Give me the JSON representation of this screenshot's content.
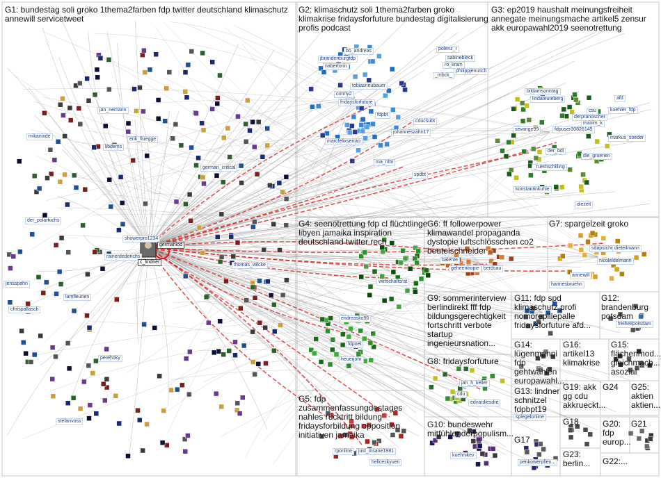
{
  "groups": [
    {
      "id": "G1",
      "title": "G1: bundestag soli groko 1thema2farben fdp twitter deutschland klimaschutz\nannewill servicetweet"
    },
    {
      "id": "G2",
      "title": "G2: klimaschutz soli 1thema2farben groko\nklimakrise fridaysforfuture bundestag digitalisierung\nprofis podcast"
    },
    {
      "id": "G3",
      "title": "G3: ep2019 haushalt meinungsfreiheit\nannegate meinungsmache artikel5 zensur\nakk europawahl2019 seenotrettung"
    },
    {
      "id": "G4",
      "title": "G4: seenotrettung fdp cl flüchtlinge\nlibyen jamaika inspiration\ndeutschland twitter rech"
    },
    {
      "id": "G5",
      "title": "G5: fdp\nzusammenfassungdestages\nnahles rücktritt bildung\nfridaysforbildung opposition\ninitiativen jamaika"
    },
    {
      "id": "G6",
      "title": "G6: ff followerpower\nklimawandel propaganda\ndystopie luftschlösschen co2\nbeutelschneider"
    },
    {
      "id": "G7",
      "title": "G7: spargelzeit groko"
    },
    {
      "id": "G8",
      "title": "G8: fridaysforfuture"
    },
    {
      "id": "G9",
      "title": "G9: sommerinterview\nberlindirekt fff fdp\nbildungsgerechtigkeit\nfortschritt verbote\nstartup\ningenieursnation..."
    },
    {
      "id": "G10",
      "title": "G10: bundeswehr\nmitfühlenderpopulism..."
    },
    {
      "id": "G11",
      "title": "G11: fdp spd\nklimaschutz profi\nnomorepillepalle\nfridaysforfuture afd..."
    },
    {
      "id": "G12",
      "title": "G12:\nbrandenburg\npotsdam"
    },
    {
      "id": "G13",
      "title": "G13: lindner\nschnitzel\nfdpbpt19"
    },
    {
      "id": "G14",
      "title": "G14:\nlügenmanni\nfdp\ngehtwählen\neuropawahl..."
    },
    {
      "id": "G15",
      "title": "G15:\nflächenmod...\ngleichmach...\nasozial"
    },
    {
      "id": "G16",
      "title": "G16:\nartikel13\nklimakrise"
    },
    {
      "id": "G17",
      "title": "G17"
    },
    {
      "id": "G18",
      "title": "G18"
    },
    {
      "id": "G19",
      "title": "G19: akk\ngg cdu\nakkrueckt..."
    },
    {
      "id": "G20",
      "title": "G20:\nfdp\neurop..."
    },
    {
      "id": "G21",
      "title": "G21"
    },
    {
      "id": "G22",
      "title": "G22:..."
    },
    {
      "id": "G23",
      "title": "G23:\nberlin..."
    },
    {
      "id": "G24",
      "title": "G24"
    },
    {
      "id": "G25",
      "title": "G25:\naktien\naktien..."
    }
  ],
  "nodes": [
    {
      "id": "n1",
      "label": "jan_nemann"
    },
    {
      "id": "n2",
      "label": "mikanixde"
    },
    {
      "id": "n3",
      "label": "erik_fluegge"
    },
    {
      "id": "n4",
      "label": "libdems"
    },
    {
      "id": "n5",
      "label": "german_critical"
    },
    {
      "id": "n6",
      "label": "der_polarfuchs"
    },
    {
      "id": "n7",
      "label": "showerpro1234"
    },
    {
      "id": "n8",
      "label": "germaniod"
    },
    {
      "id": "n9",
      "label": "rainerdederichs"
    },
    {
      "id": "n10",
      "label": "c_lindner"
    },
    {
      "id": "n11",
      "label": "thomas_wilcke"
    },
    {
      "id": "n12",
      "label": "jensspahn"
    },
    {
      "id": "n13",
      "label": "lamfleurien"
    },
    {
      "id": "n14",
      "label": "chrispallasch"
    },
    {
      "id": "n15",
      "label": "perehoky"
    },
    {
      "id": "n16",
      "label": "stefanvoss"
    },
    {
      "id": "n17",
      "label": "bo_andreas"
    },
    {
      "id": "n18",
      "label": "jbrandenburgfdp"
    },
    {
      "id": "n19",
      "label": "nabertonn"
    },
    {
      "id": "n20",
      "label": "conny2"
    },
    {
      "id": "n21",
      "label": "fridaysforfuture"
    },
    {
      "id": "n22",
      "label": "fdpbt"
    },
    {
      "id": "n23",
      "label": "marcfelixserrao"
    },
    {
      "id": "n24",
      "label": "johanneszahn17"
    },
    {
      "id": "n25",
      "label": "cducsubt"
    },
    {
      "id": "n26",
      "label": "ma_rittn"
    },
    {
      "id": "n27",
      "label": "spdbt"
    },
    {
      "id": "n28",
      "label": "polenz_r"
    },
    {
      "id": "n29",
      "label": "sabinebleck"
    },
    {
      "id": "n30",
      "label": "ro_kram"
    },
    {
      "id": "n31",
      "label": "philippjenusch"
    },
    {
      "id": "n32",
      "label": "_mbck_"
    },
    {
      "id": "n33",
      "label": "tobiasneubauer"
    },
    {
      "id": "n34",
      "label": "bildamsonntag"
    },
    {
      "id": "n35",
      "label": "lindateuteberg"
    },
    {
      "id": "n36",
      "label": "afd"
    },
    {
      "id": "n37",
      "label": "koehler_fdp"
    },
    {
      "id": "n38",
      "label": "derpranoscher"
    },
    {
      "id": "n39",
      "label": "maxim_k"
    },
    {
      "id": "n40",
      "label": "csu"
    },
    {
      "id": "n41",
      "label": "sevange99"
    },
    {
      "id": "n42",
      "label": "fdpuser30826145"
    },
    {
      "id": "n43",
      "label": "markus_soeder"
    },
    {
      "id": "n44",
      "label": "der_bdl"
    },
    {
      "id": "n45",
      "label": "die_gruenen"
    },
    {
      "id": "n46",
      "label": "_ruethschilling"
    },
    {
      "id": "n47",
      "label": "konstantinkuhle"
    },
    {
      "id": "n48",
      "label": "diezeit"
    },
    {
      "id": "n49",
      "label": "wirtschaftsrat"
    },
    {
      "id": "n50",
      "label": "endreasko90"
    },
    {
      "id": "n51",
      "label": "fdpnet"
    },
    {
      "id": "n52",
      "label": "heuerjohr"
    },
    {
      "id": "n53",
      "label": "balente"
    },
    {
      "id": "n54",
      "label": "geheentropie"
    },
    {
      "id": "n55",
      "label": "berdsau"
    },
    {
      "id": "n56",
      "label": "sdapstchel"
    },
    {
      "id": "n57",
      "label": "dieteilmann"
    },
    {
      "id": "n58",
      "label": "nicoleldelmann"
    },
    {
      "id": "n59",
      "label": "annewill"
    },
    {
      "id": "n60",
      "label": "hannesbruehn"
    },
    {
      "id": "n61",
      "label": "freiheitpotsdam"
    },
    {
      "id": "n62",
      "label": "rponline"
    },
    {
      "id": "n63",
      "label": "just_insane1981"
    },
    {
      "id": "n64",
      "label": "hellceskyuen"
    },
    {
      "id": "n65",
      "label": "jan_h_keller"
    },
    {
      "id": "n66",
      "label": "cdu"
    },
    {
      "id": "n67",
      "label": "edvardiesdre"
    },
    {
      "id": "n68",
      "label": "kuehnikev"
    },
    {
      "id": "n69",
      "label": "penkowerpflen..."
    },
    {
      "id": "n70",
      "label": "spiegelonline"
    }
  ],
  "colors": {
    "edge": "#9a9a9a",
    "highlight_edge": "#d42020",
    "separator": "#c8c8c8",
    "label_border": "#c8d4e8"
  }
}
